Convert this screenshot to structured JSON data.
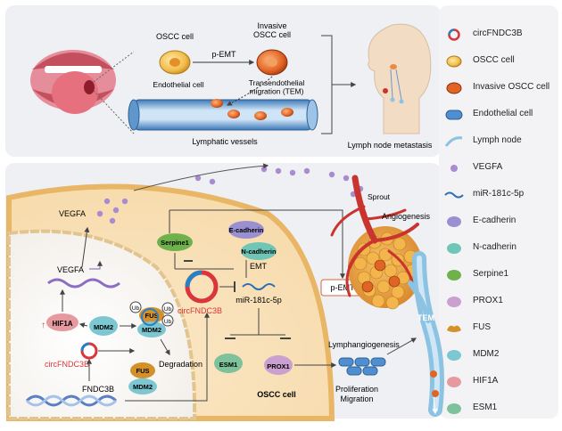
{
  "top_panel": {
    "oscc_cell": "OSCC cell",
    "invasive_cell": "Invasive\nOSCC cell",
    "p_emt": "p-EMT",
    "endothelial_cell": "Endothelial cell",
    "tem": "Transendothelial\nmigration (TEM)",
    "lymphatic_vessels": "Lymphatic vessels",
    "lymph_node_metastasis": "Lymph node metastasis"
  },
  "bottom_panel": {
    "vegfa_out": "VEGFA",
    "vegfa_in": "VEGFA",
    "hif1a": "HIF1A",
    "mdm2_a": "MDM2",
    "mdm2_b": "MDM2",
    "mdm2_c": "MDM2",
    "fus_a": "FUS",
    "fus_b": "FUS",
    "ub1": "Ub",
    "ub2": "Ub",
    "ub3": "Ub",
    "degradation": "Degradation",
    "circ_nuc": "circFNDC3B",
    "circ_cyto": "circFNDC3B",
    "fndc3b": "FNDC3B",
    "serpine1": "Serpine1",
    "e_cadherin": "E-cadherin",
    "n_cadherin": "N-cadherin",
    "emt": "EMT",
    "mir": "miR-181c-5p",
    "esm1": "ESM1",
    "prox1": "PROX1",
    "oscc_cell": "OSCC cell",
    "p_emt": "p-EMT",
    "sprout": "Sprout",
    "angiogenesis": "Angiogenesis",
    "lymphangiogenesis": "Lymphangiogenesis",
    "proliferation": "Proliferation",
    "migration": "Migration",
    "tem": "TEM"
  },
  "legend": [
    {
      "label": "circFNDC3B",
      "icon": "circrna-ring-icon"
    },
    {
      "label": "OSCC cell",
      "icon": "oscc-cell-icon"
    },
    {
      "label": "Invasive OSCC cell",
      "icon": "invasive-cell-icon"
    },
    {
      "label": "Endothelial cell",
      "icon": "endothelial-cell-icon"
    },
    {
      "label": "Lymph node",
      "icon": "lymph-node-icon"
    },
    {
      "label": "VEGFA",
      "icon": "vegfa-dot-icon"
    },
    {
      "label": "miR-181c-5p",
      "icon": "mirna-strand-icon"
    },
    {
      "label": "E-cadherin",
      "icon": "e-cadherin-icon"
    },
    {
      "label": "N-cadherin",
      "icon": "n-cadherin-icon"
    },
    {
      "label": "Serpine1",
      "icon": "serpine1-icon"
    },
    {
      "label": "PROX1",
      "icon": "prox1-icon"
    },
    {
      "label": "FUS",
      "icon": "fus-icon"
    },
    {
      "label": "MDM2",
      "icon": "mdm2-icon"
    },
    {
      "label": "HIF1A",
      "icon": "hif1a-icon"
    },
    {
      "label": "ESM1",
      "icon": "esm1-icon"
    }
  ],
  "colors": {
    "circ_red": "#d9353b",
    "circ_blue": "#2c7fc3",
    "oscc_yellow": "#e9b94a",
    "invasive_orange": "#dd6a28",
    "endothelial_blue": "#4f8fd0",
    "vegfa_purple": "#a98bd2",
    "ecad_purple": "#9a8fd0",
    "ncad_green": "#6fc6b6",
    "serpine_green": "#6fb24c",
    "prox1_pink": "#c9a0cf",
    "fus_orange": "#d4912a",
    "mdm2_teal": "#7cc7d1",
    "hif1a_pink": "#e69aa0",
    "esm1_green": "#7dc29a",
    "vessel_red": "#c9342e",
    "lymph_blue": "#8cc3e3"
  }
}
